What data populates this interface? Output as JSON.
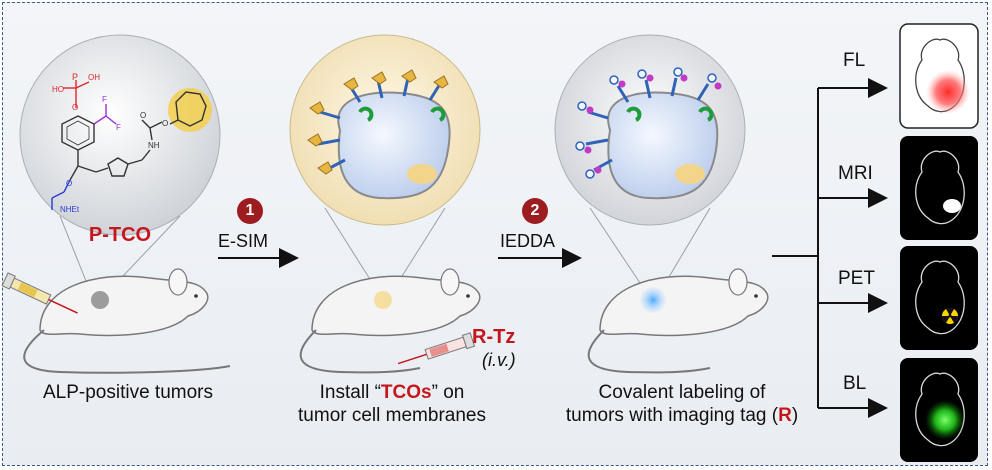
{
  "probe": {
    "name": "P-TCO",
    "atoms": {
      "oh1": "HO",
      "p": "P",
      "oh2": "OH",
      "o_top": "O",
      "f1": "F",
      "f2": "F",
      "o_carb": "O",
      "nh_carb": "NH",
      "o_link": "O",
      "o_ethyl": "O",
      "nhet": "NHEt"
    }
  },
  "steps": [
    {
      "number": "1",
      "label": "E-SIM"
    },
    {
      "number": "2",
      "label": "IEDDA"
    }
  ],
  "captions": {
    "tumors": "ALP-positive tumors",
    "install_pre": "Install “",
    "install_bold": "TCOs",
    "install_post": "” on",
    "install_line2": "tumor cell membranes",
    "covalent_line1": "Covalent labeling of",
    "covalent_pre": "tumors with imaging tag (",
    "covalent_bold": "R",
    "covalent_post": ")"
  },
  "reagent": {
    "name": "R-Tz",
    "route": "(i.v.)"
  },
  "modalities": [
    {
      "label": "FL",
      "signal": "#ff2a2a"
    },
    {
      "label": "MRI",
      "signal": "#ffffff"
    },
    {
      "label": "PET",
      "signal": "#ffd400"
    },
    {
      "label": "BL",
      "signal": "#3bff3b"
    }
  ],
  "colors": {
    "step_badge": "#9d1c20",
    "accent_red": "#c4161c",
    "phosphate": "#e0242c",
    "fluorine": "#9b2fd6",
    "carbamate": "#2a3bd0",
    "tco": "#f0c030"
  }
}
